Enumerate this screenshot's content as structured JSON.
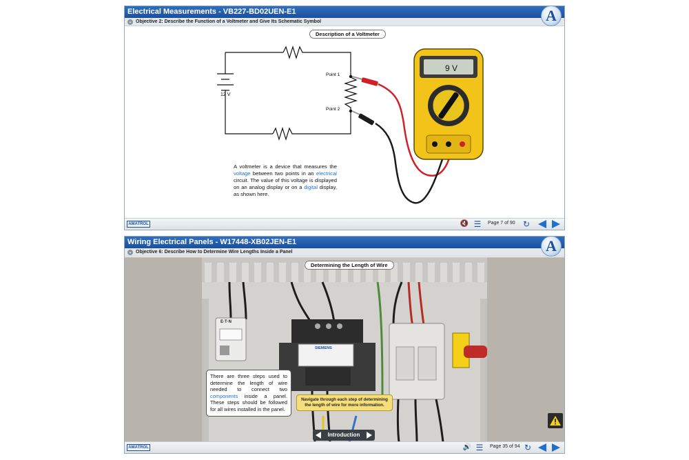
{
  "panel1": {
    "title": "Electrical Measurements - VB227-BD02UEN-E1",
    "objective": "Objective 2: Describe the Function of a Voltmeter and Give Its Schematic Symbol",
    "caption": "Description of a Voltmeter",
    "circuit": {
      "battery_label": "12 V",
      "point1": "Point 1",
      "point2": "Point 2",
      "meter_display": "9 V"
    },
    "description": {
      "part1": "A voltmeter is a device that measures the ",
      "link1": "voltage",
      "part2": " between two points in an ",
      "link2": "electrical",
      "part3": " circuit. The value of this voltage is displayed on an analog display or on a ",
      "link3": "digital",
      "part4": " display, as shown here."
    },
    "footer": {
      "brand": "AMATROL",
      "page": "Page 7 of 90"
    }
  },
  "panel2": {
    "title": "Wiring Electrical Panels - W17448-XB02JEN-E1",
    "objective": "Objective 6: Describe How to Determine Wire Lengths Inside a Panel",
    "caption": "Determining the Length of Wire",
    "note": {
      "part1": "There are three steps used to determine the length of wire needed to connect two ",
      "link1": "components",
      "part2": " inside a panel. These steps should be followed for all wires installed in the panel."
    },
    "callout": "Navigate through each step of determining the length of wire for more information.",
    "step_button": "Introduction",
    "photo_labels": {
      "breaker_brand": "E·T·N",
      "transformer_brand": "SIEMENS"
    },
    "footer": {
      "brand": "AMATROL",
      "page": "Page 35 of 94"
    }
  },
  "colors": {
    "title_bar": "#1b4f9c",
    "link": "#1f6fd0",
    "callout": "#f6df7a",
    "meter_body": "#f2c318",
    "probe_red": "#d21f2a"
  },
  "icons": [
    "amatrol-logo-icon",
    "chevron-down-icon",
    "mute-icon",
    "menu-icon",
    "refresh-icon",
    "prev-arrow-icon",
    "next-arrow-icon",
    "volume-icon",
    "warning-icon"
  ]
}
